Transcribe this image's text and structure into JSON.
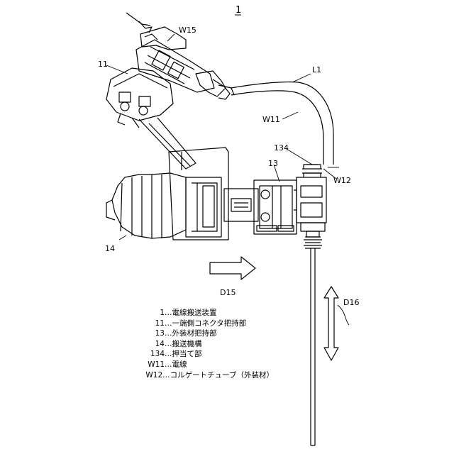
{
  "figure": {
    "number": "1",
    "labels": {
      "w15": "W15",
      "n11": "11",
      "l1": "L1",
      "w11": "W11",
      "n134": "134",
      "n13": "13",
      "w12": "W12",
      "n14": "14",
      "d15": "D15",
      "d16": "D16"
    }
  },
  "legend": [
    {
      "code": "1",
      "text": "…電線搬送装置"
    },
    {
      "code": "11",
      "text": "…一端側コネクタ把持部"
    },
    {
      "code": "13",
      "text": "…外装材把持部"
    },
    {
      "code": "14",
      "text": "…搬送機構"
    },
    {
      "code": "134",
      "text": "…押当て部"
    },
    {
      "code": "W11",
      "text": "…電線"
    },
    {
      "code": "W12",
      "text": "…コルゲートチューブ（外装材）"
    }
  ]
}
